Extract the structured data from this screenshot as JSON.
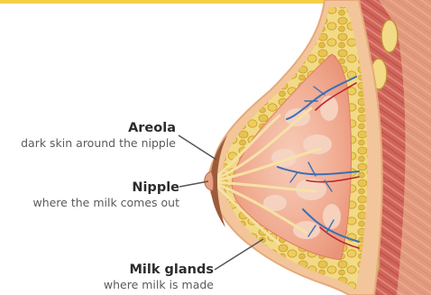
{
  "labels": {
    "areola": {
      "title": "Areola",
      "desc": "dark skin around the nipple"
    },
    "nipple": {
      "title": "Nipple",
      "desc": "where the milk comes out"
    },
    "milk_glands": {
      "title": "Milk glands",
      "desc": "where milk is made"
    }
  },
  "colors": {
    "top_bar": "#f6cf49",
    "skin": "#f3c59a",
    "fat": "#e9cf63",
    "gland": "#f1b39c",
    "muscle": "#d3685e",
    "areola": "#9b5b3c",
    "vein": "#3b6fb5",
    "artery": "#c0242c"
  }
}
